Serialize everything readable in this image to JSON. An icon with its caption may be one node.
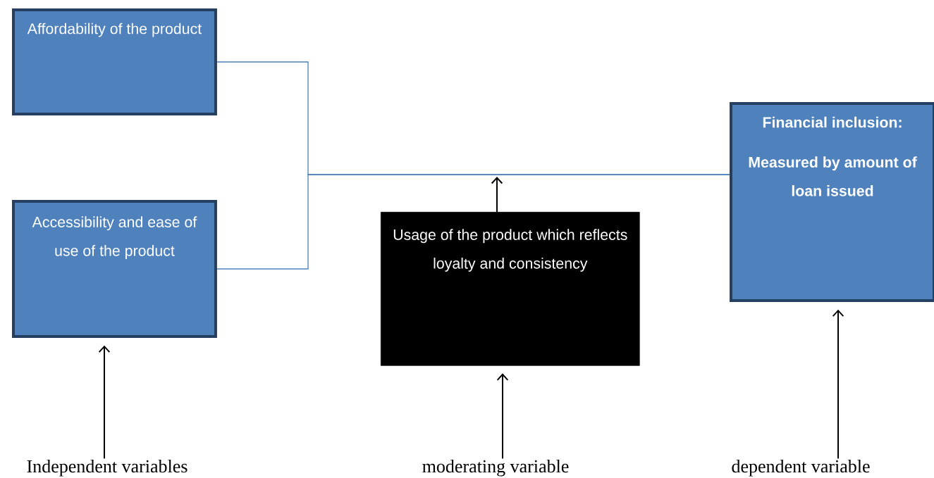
{
  "diagram": {
    "nodes": [
      {
        "text": [
          "Affordability of the product"
        ]
      },
      {
        "text": [
          "Accessibility and ease of use of the product"
        ]
      },
      {
        "text": [
          "Usage of the product which reflects loyalty and consistency"
        ]
      },
      {
        "text": [
          "Financial inclusion:",
          "Measured by amount of loan issued"
        ]
      },
      {
        "text": [
          "Independent variables"
        ]
      },
      {
        "text": [
          "moderating variable"
        ]
      },
      {
        "text": [
          "dependent variable"
        ]
      }
    ],
    "edges": [
      {
        "from": 0,
        "to": 3,
        "arrow": "none",
        "color": "#4f81bd"
      },
      {
        "from": 1,
        "to": 3,
        "arrow": "none",
        "color": "#4f81bd"
      },
      {
        "from": 2,
        "to": null,
        "arrow": "to"
      },
      {
        "from": 4,
        "to": 1,
        "arrow": "to"
      },
      {
        "from": 5,
        "to": 2,
        "arrow": "to"
      },
      {
        "from": 6,
        "to": 3,
        "arrow": "to"
      }
    ]
  }
}
